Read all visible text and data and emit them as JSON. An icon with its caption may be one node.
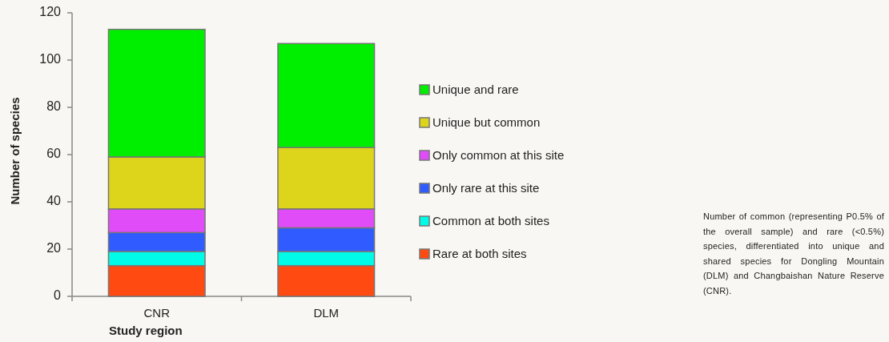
{
  "diagram": {
    "caption": "Number of common (representing P0.5% of the overall sample) and rare (<0.5%) species, differentiated into unique and shared species for Dongling Mountain (DLM) and Changbaishan Nature Reserve (CNR).",
    "chart_data": {
      "type": "bar",
      "legend": "right",
      "xlabel": "Study region",
      "ylabel": "Number of species",
      "categories": [
        "CNR",
        "DLM"
      ],
      "stacked": true,
      "orientation": "vertical",
      "ylim": [
        0,
        120
      ],
      "yticks": [
        0,
        20,
        40,
        60,
        80,
        100,
        120
      ],
      "series": [
        {
          "name": "Rare at both sites",
          "color": "#ff4a12",
          "values": [
            13,
            13
          ]
        },
        {
          "name": "Common at both sites",
          "color": "#00fce8",
          "values": [
            6,
            6
          ]
        },
        {
          "name": "Only rare at this site",
          "color": "#2f5bff",
          "values": [
            8,
            10
          ]
        },
        {
          "name": "Only common at this site",
          "color": "#e04cf7",
          "values": [
            10,
            8
          ]
        },
        {
          "name": "Unique but common",
          "color": "#ddd41c",
          "values": [
            22,
            26
          ]
        },
        {
          "name": "Unique and rare",
          "color": "#00ee00",
          "values": [
            54,
            44
          ]
        }
      ]
    }
  }
}
